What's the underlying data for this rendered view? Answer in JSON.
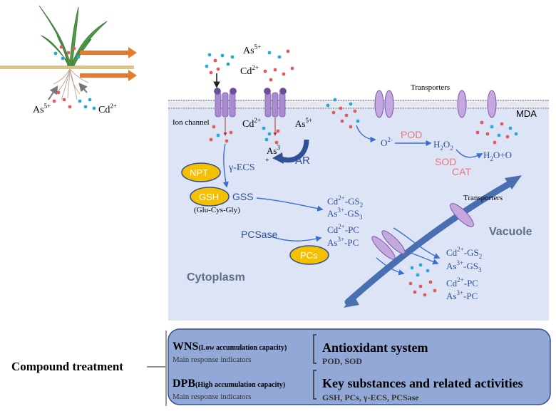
{
  "plant": {
    "label_as": "As",
    "label_as_sup": "5+",
    "label_cd": "Cd",
    "label_cd_sup": "2+"
  },
  "cell": {
    "top_as": "As",
    "top_as_sup": "5+",
    "top_cd": "Cd",
    "top_cd_sup": "2+",
    "transporters_top": "Transporters",
    "mda": "MDA",
    "ion_channel": "Ion channel",
    "cd_inside": "Cd",
    "cd_inside_sup": "2+",
    "as_inside": "As",
    "as_inside_sup": "5+",
    "as3_label": "As",
    "as3_sup": "3",
    "as3_plus": "+",
    "ar": "AR",
    "o2": "O",
    "o2_sup": "2-",
    "pod": "POD",
    "h2o2_h": "H",
    "h2o2_2a": "2",
    "h2o2_o": "O",
    "h2o2_2b": "2",
    "sod": "SOD",
    "cat": "CAT",
    "h2o_o": "H",
    "h2o_2": "2",
    "h2o_rest": "O+O",
    "npt": "NPT",
    "gamma_ecs": "γ-ECS",
    "gsh": "GSH",
    "gss": "GSS",
    "glu": "(Glu-Cys-Gly)",
    "pcsase": "PCSase",
    "pcs": "PCs",
    "cyto_cd_gs": "Cd",
    "cyto_cd_gs_sup": "2+",
    "cyto_cd_gs_rest": "-GS",
    "cyto_cd_gs_sub": "2",
    "cyto_as_gs": "As",
    "cyto_as_gs_sup": "3+",
    "cyto_as_gs_rest": "-GS",
    "cyto_as_gs_sub": "3",
    "cyto_cd_pc": "Cd",
    "cyto_cd_pc_sup": "2+",
    "cyto_cd_pc_rest": "-PC",
    "cyto_as_pc": "As",
    "cyto_as_pc_sup": "3+",
    "cyto_as_pc_rest": "-PC",
    "transporters_vac": "Transporters",
    "vacuole": "Vacuole",
    "cytoplasm": "Cytoplasm",
    "vac_cd_gs": "Cd",
    "vac_cd_gs_sup": "2+",
    "vac_cd_gs_rest": "-GS",
    "vac_cd_gs_sub": "2",
    "vac_as_gs": "As",
    "vac_as_gs_sup": "3+",
    "vac_as_gs_rest": "-GS",
    "vac_as_gs_sub": "3",
    "vac_cd_pc": "Cd",
    "vac_cd_pc_sup": "2+",
    "vac_cd_pc_rest": "-PC",
    "vac_as_pc": "As",
    "vac_as_pc_sup": "3+",
    "vac_as_pc_rest": "-PC"
  },
  "summary": {
    "compound_treatment": "Compound treatment",
    "wns": "WNS",
    "wns_note": "(Low accumulation capacity)",
    "wns_main": "Main response indicators",
    "wns_heading": "Antioxidant system",
    "wns_items": "POD, SOD",
    "dpb": "DPB",
    "dpb_note": "(High accumulation capacity)",
    "dpb_main": "Main response indicators",
    "dpb_heading": "Key substances and related activities",
    "dpb_items": "GSH, PCs, γ-ECS, PCSase"
  },
  "colors": {
    "cell_bg": "#dce4f5",
    "membrane": "#9aa2b0",
    "arrow_blue": "#3a6ed0",
    "dot_red": "#e05a60",
    "dot_cyan": "#2aa7d6",
    "enzyme_pink": "#e87878",
    "ellipse_yellow": "#f5c000",
    "channel_purple": "#a98bd0",
    "vacuole_blue": "#4a6fb0",
    "arrow_orange": "#e67a2e",
    "summary_box": "#92a8d6"
  }
}
